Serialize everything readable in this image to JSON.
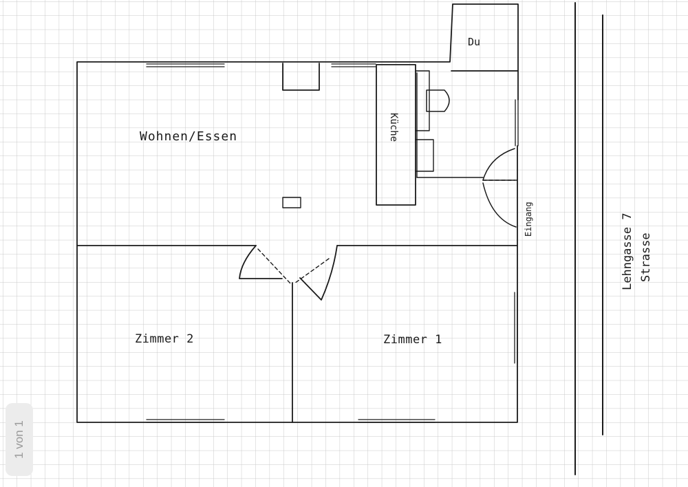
{
  "colors": {
    "paper": "#ffffff",
    "grid": "#c9c9c9",
    "ink": "#1a1a1a",
    "badge": "#ececec"
  },
  "rooms": {
    "living_dining": "Wohnen/Essen",
    "kitchen": "Küche",
    "shower": "Du",
    "entrance": "Eingang",
    "room_2": "Zimmer 2",
    "room_1": "Zimmer 1"
  },
  "street": {
    "name": "Lehngasse 7",
    "type": "Strasse"
  },
  "viewer": {
    "page_indicator": "1 von 1"
  }
}
